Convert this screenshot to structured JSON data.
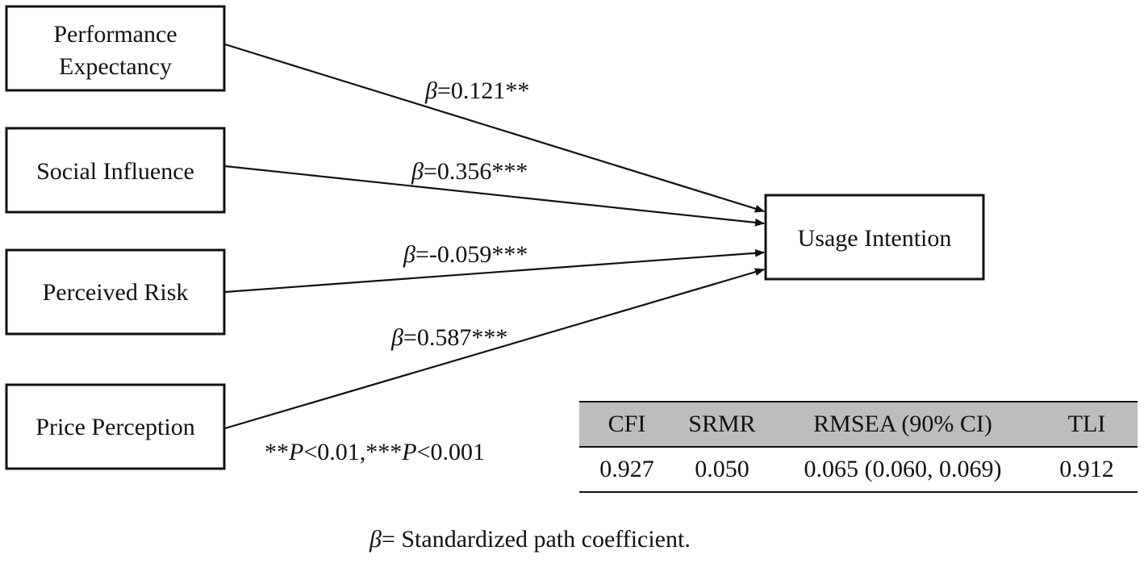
{
  "nodes": {
    "performance_expectancy": [
      "Performance",
      "Expectancy"
    ],
    "social_influence": "Social Influence",
    "perceived_risk": "Perceived Risk",
    "price_perception": "Price Perception",
    "usage_intention": "Usage Intention"
  },
  "paths": [
    {
      "from": "Performance Expectancy",
      "to": "Usage Intention",
      "beta_symbol": "β",
      "value": "=0.121**"
    },
    {
      "from": "Social Influence",
      "to": "Usage Intention",
      "beta_symbol": "β",
      "value": "=0.356***"
    },
    {
      "from": "Perceived Risk",
      "to": "Usage Intention",
      "beta_symbol": "β",
      "value": "=-0.059***"
    },
    {
      "from": "Price Perception",
      "to": "Usage Intention",
      "beta_symbol": "β",
      "value": "=0.587***"
    }
  ],
  "significance_note": {
    "part1": "**",
    "p1": "P",
    "part2": "<0.01,***",
    "p2": "P",
    "part3": "<0.001"
  },
  "fit_table": {
    "headers": [
      "CFI",
      "SRMR",
      "RMSEA (90% CI)",
      "TLI"
    ],
    "values": [
      "0.927",
      "0.050",
      "0.065 (0.060, 0.069)",
      "0.912"
    ]
  },
  "caption": {
    "beta_symbol": "β",
    "text": "= Standardized path coefficient."
  }
}
